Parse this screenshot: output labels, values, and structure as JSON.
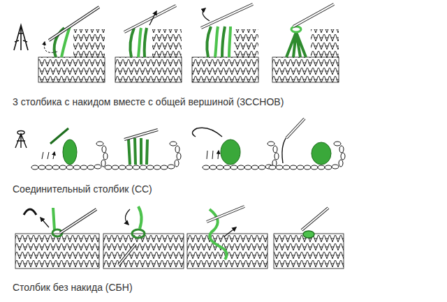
{
  "diagram": {
    "labels": [
      "3 столбика с накидом вместе с общей вершиной (3ССНОВ)",
      "Соединительный столбик (СС)",
      "Столбик без накида (СБН)"
    ]
  }
}
